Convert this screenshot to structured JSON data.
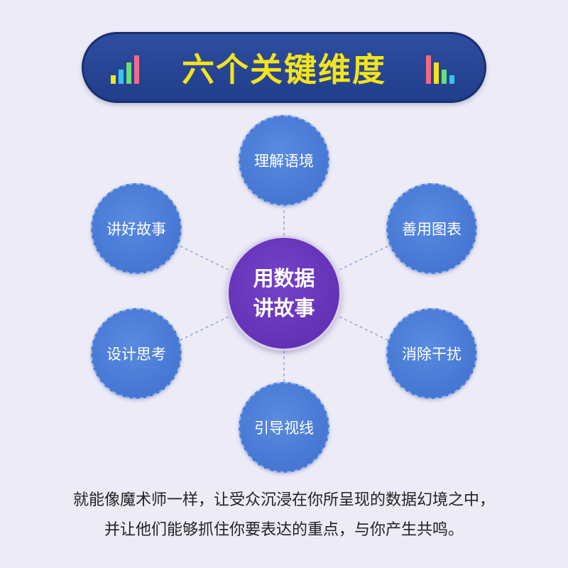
{
  "banner": {
    "title": "六个关键维度",
    "bar_colors": [
      "#f5e419",
      "#36c6f0",
      "#66e07a",
      "#f06a8a"
    ]
  },
  "center": {
    "line1": "用数据",
    "line2": "讲故事"
  },
  "nodes": [
    {
      "label": "理解语境"
    },
    {
      "label": "善用图表"
    },
    {
      "label": "消除干扰"
    },
    {
      "label": "引导视线"
    },
    {
      "label": "设计思考"
    },
    {
      "label": "讲好故事"
    }
  ],
  "colors": {
    "background": "#ecebf6",
    "banner": "#253f8f",
    "banner_text": "#f5e419",
    "node": "#4a7bd6",
    "center": "#6634b8",
    "connector": "#8ea6d8"
  },
  "caption": {
    "line1": "就能像魔术师一样，让受众沉浸在你所呈现的数据幻境之中，",
    "line2": "并让他们能够抓住你要表达的重点，与你产生共鸣。"
  }
}
